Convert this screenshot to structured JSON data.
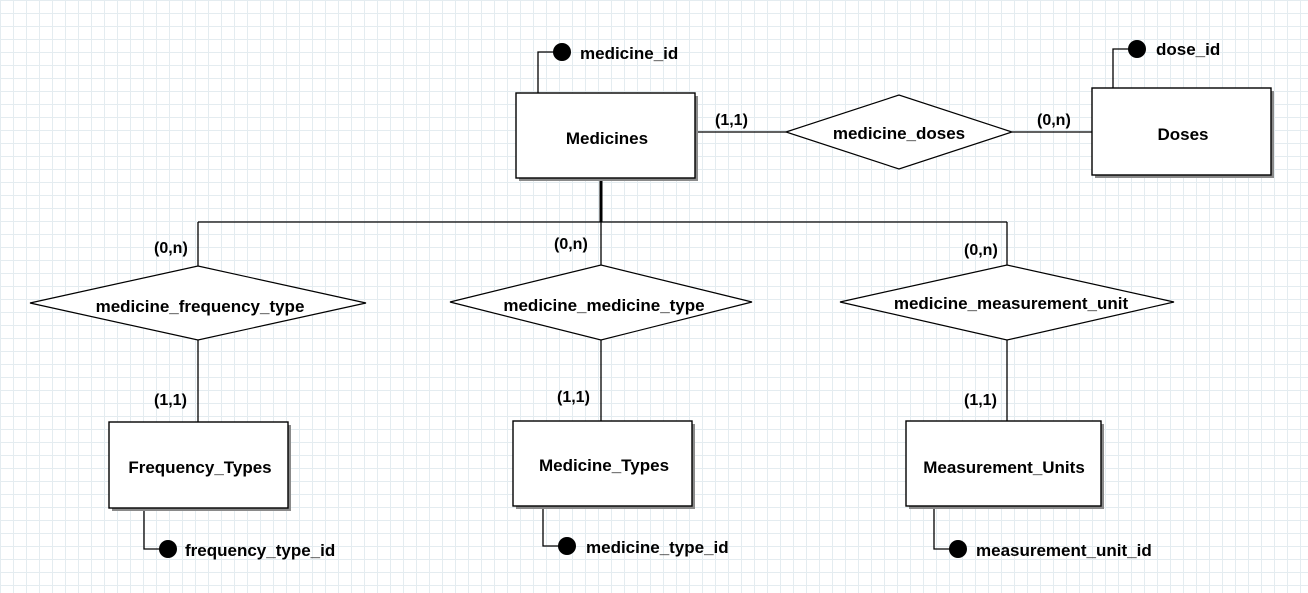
{
  "entities": {
    "medicines": "Medicines",
    "doses": "Doses",
    "frequency_types": "Frequency_Types",
    "medicine_types": "Medicine_Types",
    "measurement_units": "Measurement_Units"
  },
  "relationships": {
    "medicine_doses": "medicine_doses",
    "medicine_frequency_type": "medicine_frequency_type",
    "medicine_medicine_type": "medicine_medicine_type",
    "medicine_measurement_unit": "medicine_measurement_unit"
  },
  "attributes": {
    "medicine_id": "medicine_id",
    "dose_id": "dose_id",
    "frequency_type_id": "frequency_type_id",
    "medicine_type_id": "medicine_type_id",
    "measurement_unit_id": "measurement_unit_id"
  },
  "cardinalities": {
    "medicines_doses_left": "(1,1)",
    "medicines_doses_right": "(0,n)",
    "frequency_top": "(0,n)",
    "frequency_bottom": "(1,1)",
    "medtype_top": "(0,n)",
    "medtype_bottom": "(1,1)",
    "measure_top": "(0,n)",
    "measure_bottom": "(1,1)"
  }
}
